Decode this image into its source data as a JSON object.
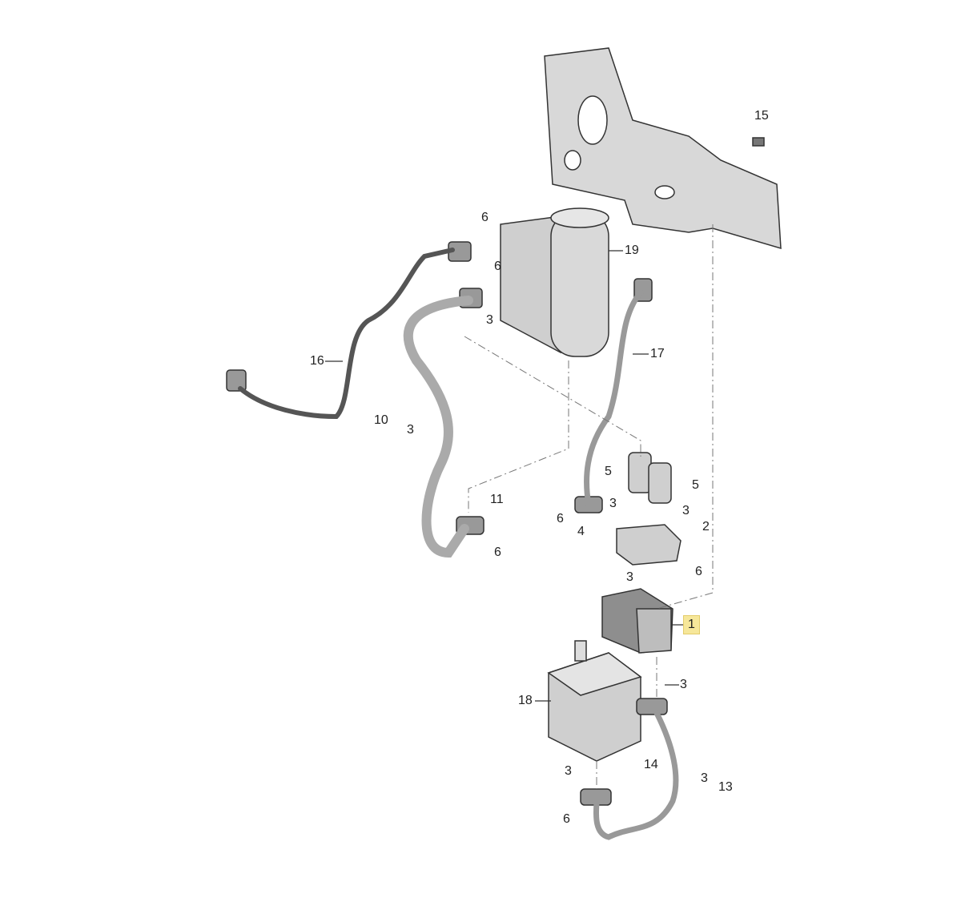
{
  "diagram": {
    "highlight_color": "#f6e79a",
    "part_color": "#c9c9c9",
    "callouts": [
      "15",
      "6",
      "6",
      "19",
      "3",
      "16",
      "17",
      "10",
      "3",
      "5",
      "5",
      "11",
      "3",
      "3",
      "2",
      "6",
      "4",
      "6",
      "3",
      "6",
      "1",
      "3",
      "18",
      "14",
      "3",
      "3",
      "13",
      "6"
    ],
    "highlighted_callout": "1"
  }
}
